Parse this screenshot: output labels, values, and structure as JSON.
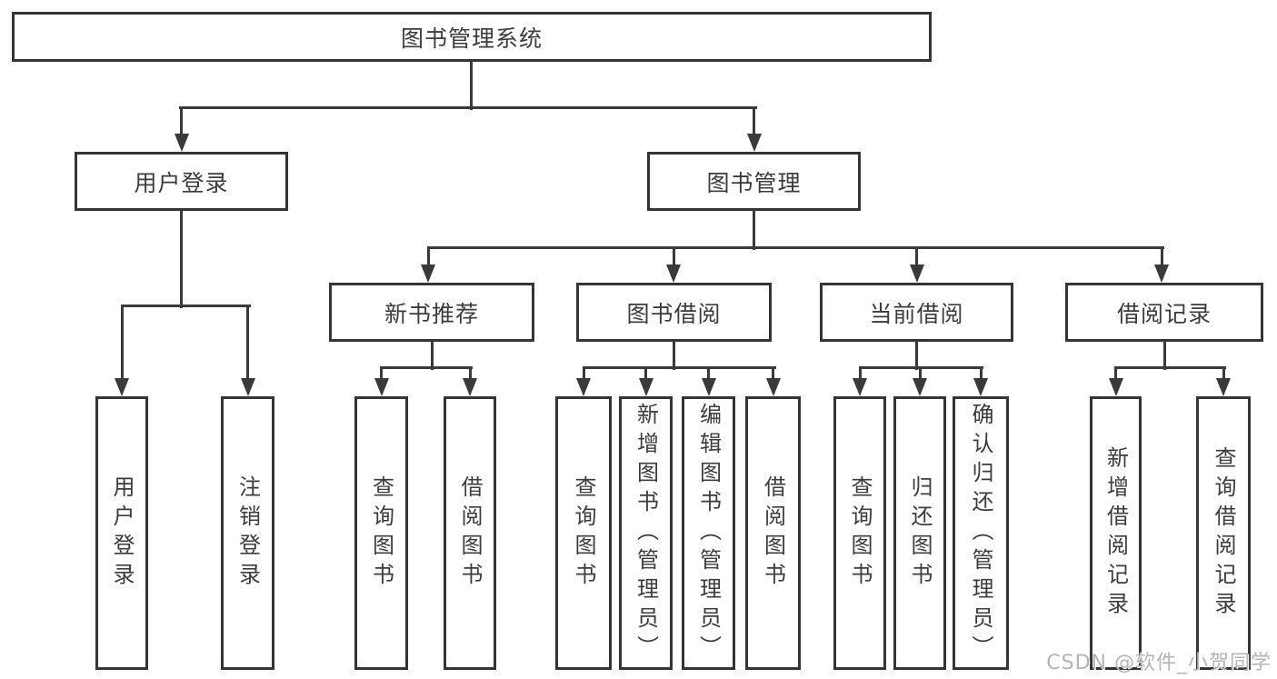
{
  "diagram": {
    "title": "图书管理系统",
    "colors": {
      "line": "#3a3a3a",
      "box_border": "#353535",
      "box_background": "#ffffff",
      "text": "#3c3c3c",
      "watermark_text_color": "#b4b4b4"
    },
    "nodes": {
      "root": {
        "label": "图书管理系统"
      },
      "user_login": {
        "label": "用户登录"
      },
      "book_mgmt": {
        "label": "图书管理"
      },
      "login": {
        "label": "用户登录"
      },
      "logout": {
        "label": "注销登录"
      },
      "new_book_rec": {
        "label": "新书推荐"
      },
      "book_borrow": {
        "label": "图书借阅"
      },
      "current_borrow": {
        "label": "当前借阅"
      },
      "borrow_record": {
        "label": "借阅记录"
      },
      "nb_query": {
        "label": "查询图书"
      },
      "nb_borrow": {
        "label": "借阅图书"
      },
      "bb_query": {
        "label": "查询图书"
      },
      "bb_add": {
        "label": "新增图书（管理员）"
      },
      "bb_edit": {
        "label": "编辑图书（管理员）"
      },
      "bb_borrow": {
        "label": "借阅图书"
      },
      "cb_query": {
        "label": "查询图书"
      },
      "cb_return": {
        "label": "归还图书"
      },
      "cb_confirm": {
        "label": "确认归还（管理员）"
      },
      "br_add": {
        "label": "新增借阅记录"
      },
      "br_query": {
        "label": "查询借阅记录"
      }
    },
    "hierarchy": {
      "root": [
        "user_login",
        "book_mgmt"
      ],
      "user_login": [
        "login",
        "logout"
      ],
      "book_mgmt": [
        "new_book_rec",
        "book_borrow",
        "current_borrow",
        "borrow_record"
      ],
      "new_book_rec": [
        "nb_query",
        "nb_borrow"
      ],
      "book_borrow": [
        "bb_query",
        "bb_add",
        "bb_edit",
        "bb_borrow"
      ],
      "current_borrow": [
        "cb_query",
        "cb_return",
        "cb_confirm"
      ],
      "borrow_record": [
        "br_add",
        "br_query"
      ]
    },
    "watermark": "CSDN @软件_小贺同学"
  }
}
